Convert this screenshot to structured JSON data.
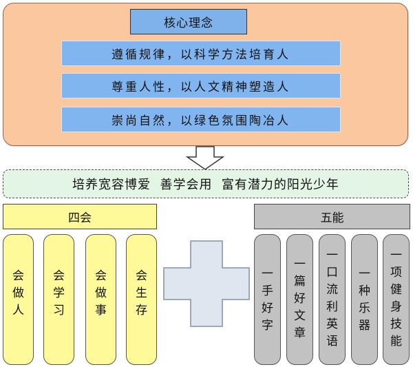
{
  "core": {
    "title": "核心理念",
    "principles": [
      "遵循规律，以科学方法培育人",
      "尊重人性，以人文精神塑造人",
      "崇尚自然，以绿色氛围陶冶人"
    ]
  },
  "mission": "培养宽容博爱  善学会用  富有潜力的阳光少年",
  "four": {
    "title": "四会",
    "items": [
      [
        "会",
        "做",
        "人"
      ],
      [
        "会",
        "学",
        "习"
      ],
      [
        "会",
        "做",
        "事"
      ],
      [
        "会",
        "生",
        "存"
      ]
    ]
  },
  "five": {
    "title": "五能",
    "items": [
      [
        "一",
        "手",
        "好",
        "字"
      ],
      [
        "一",
        "篇",
        "好",
        "文",
        "章"
      ],
      [
        "一",
        "口",
        "流",
        "利",
        "英",
        "语"
      ],
      [
        "一",
        "种",
        "乐",
        "器"
      ],
      [
        "一",
        "项",
        "健",
        "身",
        "技",
        "能"
      ]
    ]
  },
  "colors": {
    "core_panel": "#fbc79e",
    "core_box": "#7fb1ea",
    "mission_bg": "#e3f5e4",
    "four_yellow": "#fffa99",
    "five_gray": "#c2c2c2"
  }
}
